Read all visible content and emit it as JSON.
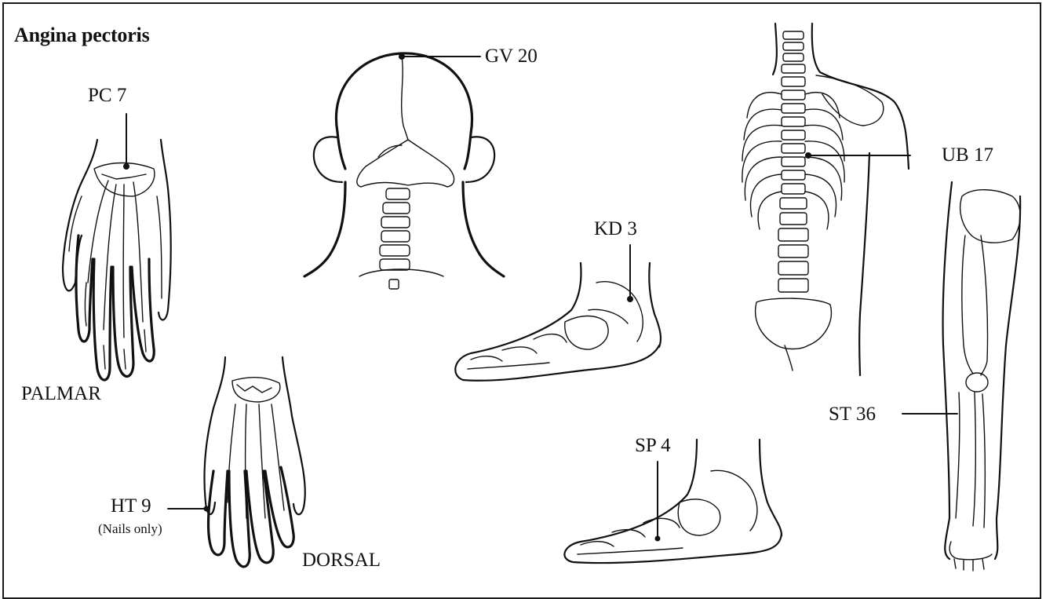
{
  "title": "Angina pectoris",
  "points": {
    "pc7": "PC 7",
    "gv20": "GV 20",
    "ub17": "UB 17",
    "kd3": "KD 3",
    "st36": "ST 36",
    "sp4": "SP 4",
    "ht9": "HT 9"
  },
  "notes": {
    "ht9_note": "(Nails only)"
  },
  "views": {
    "palmar": "PALMAR",
    "dorsal": "DORSAL"
  }
}
